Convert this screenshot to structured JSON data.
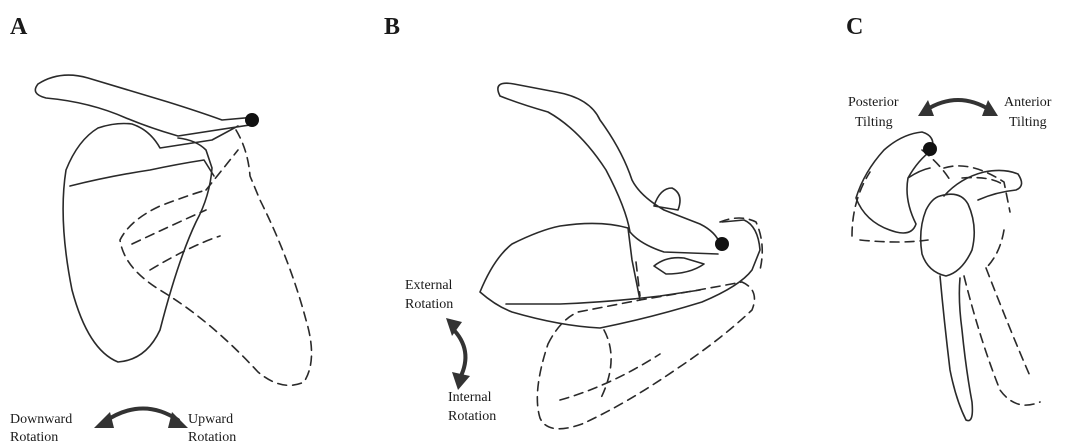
{
  "panels": [
    {
      "letter": "A",
      "motion_labels": {
        "left_line1": "Downward",
        "left_line2": "Rotation",
        "right_line1": "Upward",
        "right_line2": "Rotation"
      }
    },
    {
      "letter": "B",
      "motion_labels": {
        "top_line1": "External",
        "top_line2": "Rotation",
        "bottom_line1": "Internal",
        "bottom_line2": "Rotation"
      }
    },
    {
      "letter": "C",
      "motion_labels": {
        "left_line1": "Posterior",
        "left_line2": "Tilting",
        "right_line1": "Anterior",
        "right_line2": "Tilting"
      }
    }
  ],
  "colors": {
    "ink": "#2a2a2a",
    "background": "#ffffff"
  }
}
